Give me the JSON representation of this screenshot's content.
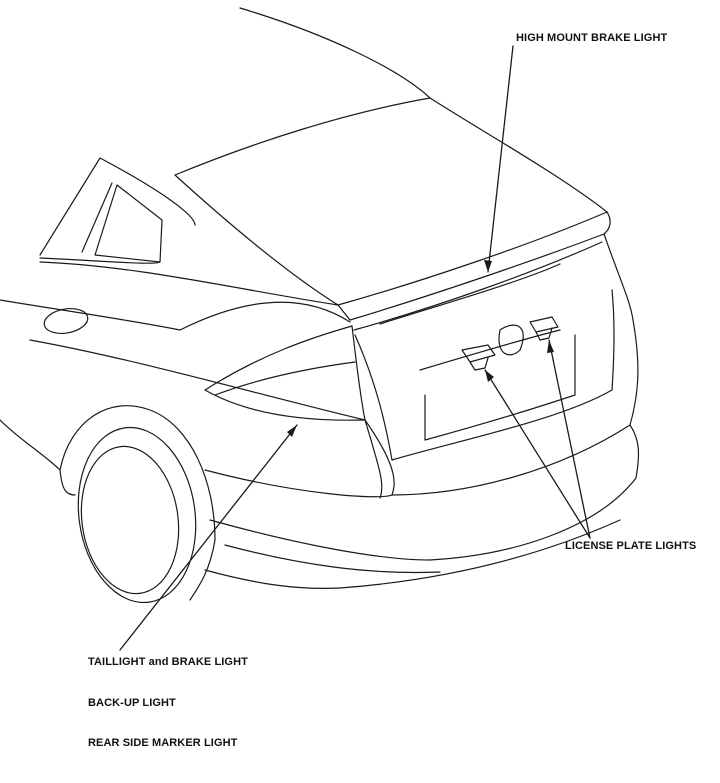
{
  "labels": {
    "high_mount_brake_light": "HIGH MOUNT BRAKE LIGHT",
    "license_plate_lights": "LICENSE PLATE LIGHTS",
    "taillight_brake_light": "TAILLIGHT and BRAKE LIGHT",
    "back_up_light": "BACK-UP LIGHT",
    "rear_side_marker_light": "REAR SIDE MARKER LIGHT"
  },
  "colors": {
    "line": "#1a1a1a",
    "background": "#ffffff"
  }
}
